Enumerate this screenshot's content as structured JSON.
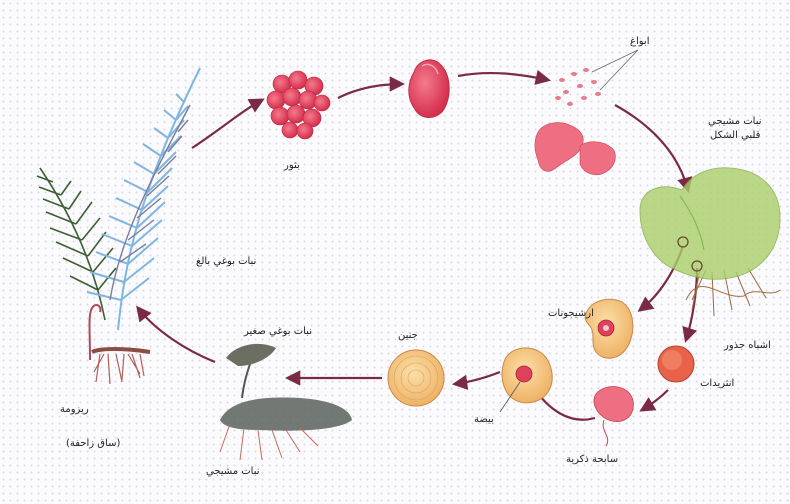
{
  "labels": {
    "spores": "ابواغ",
    "sporangia": "بثور",
    "adult_sporophyte": "نبات بوغي بالغ",
    "gametophyte_line1": "نبات مشيجي",
    "gametophyte_line2": "قلبي الشكل",
    "archegonium": "ارشيجونات",
    "rhizoids": "اشباه جذور",
    "antheridia": "انثريدات",
    "sperm": "سابحة ذكرية",
    "egg": "بيضة",
    "embryo": "جنين",
    "young_sporophyte": "نبات بوغي صغير",
    "gametophyte_bottom": "نبات مشيجي",
    "rhizome": "ريزومة",
    "rhizome_note": "(ساق زاحفة)"
  },
  "colors": {
    "arrow": "#7a2a44",
    "sporangium": "#e0405a",
    "gametophyte": "#a9cf6a",
    "gamete_tissue": "#f3c07a",
    "frond_green": "#3d5e32",
    "frond_blue": "#8fc3e8"
  }
}
